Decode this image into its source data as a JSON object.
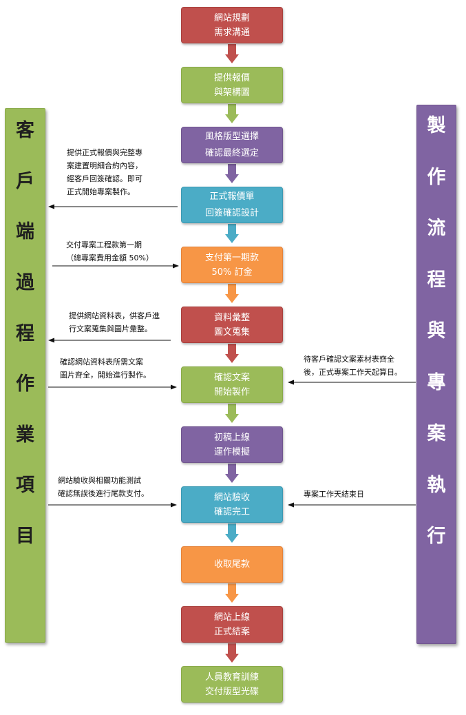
{
  "left_column": {
    "chars": [
      "客",
      "戶",
      "端",
      "過",
      "程",
      "作",
      "業",
      "項",
      "目"
    ]
  },
  "right_column": {
    "chars": [
      "製",
      "作",
      "流",
      "程",
      "與",
      "專",
      "案",
      "執",
      "行"
    ]
  },
  "steps": [
    {
      "color": "#c0504d",
      "lines": [
        "網站規劃",
        "需求溝通"
      ]
    },
    {
      "color": "#9bbb59",
      "lines": [
        "提供報價",
        "與架構圖"
      ]
    },
    {
      "color": "#8064a2",
      "lines": [
        "風格版型選擇",
        "確認最終選定"
      ]
    },
    {
      "color": "#4bacc6",
      "lines": [
        "正式報價單",
        "回簽確認設計"
      ]
    },
    {
      "color": "#f79646",
      "lines": [
        "支付第一期款",
        "50%  訂金"
      ]
    },
    {
      "color": "#c0504d",
      "lines": [
        "資料彙整",
        "圖文蒐集"
      ]
    },
    {
      "color": "#9bbb59",
      "lines": [
        "確認文案",
        "開始製作"
      ]
    },
    {
      "color": "#8064a2",
      "lines": [
        "初稿上線",
        "運作模擬"
      ]
    },
    {
      "color": "#4bacc6",
      "lines": [
        "網站驗收",
        "確認完工"
      ]
    },
    {
      "color": "#f79646",
      "lines": [
        "收取尾款"
      ]
    },
    {
      "color": "#c0504d",
      "lines": [
        "網站上線",
        "正式結案"
      ]
    },
    {
      "color": "#9bbb59",
      "lines": [
        "人員教育訓練",
        "交付版型光碟"
      ]
    }
  ],
  "notes": {
    "formal_quote": [
      "提供正式報價與完整專",
      "案建置明細合約內容，",
      "經客戶回簽確認。即可",
      "正式開始專案製作。"
    ],
    "first_payment": [
      "交付專案工程款第一期",
      "（總專案費用金額 50%）"
    ],
    "data_sheet": [
      "提供網站資料表，供客戶進",
      "行文案蒐集與圖片彙整。"
    ],
    "confirm_data": [
      "確認網站資料表所需文案",
      "圖片齊全，開始進行製作。"
    ],
    "acceptance": [
      "網站驗收與相關功能測試",
      "確認無誤後進行尾款支付。"
    ],
    "workday_start": [
      "待客戶確認文案素材表齊全",
      "後，正式專案工作天起算日。"
    ],
    "workday_end": [
      "專案工作天結束日"
    ]
  },
  "colors": {
    "red": "#c0504d",
    "green": "#9bbb59",
    "purple": "#8064a2",
    "teal": "#4bacc6",
    "orange": "#f79646",
    "text": "#111111"
  }
}
